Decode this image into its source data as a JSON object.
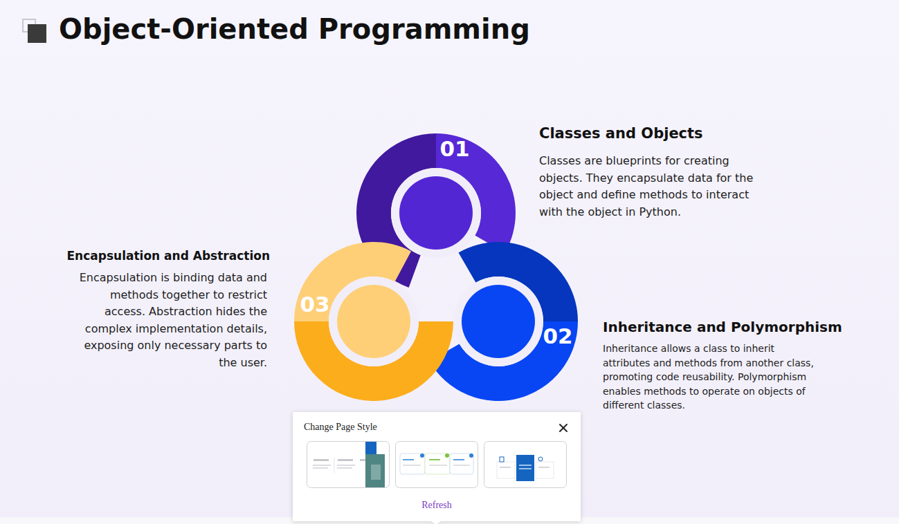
{
  "diagram": {
    "title": "Object-Oriented Programming",
    "nodes": [
      {
        "text": [
          "01"
        ]
      },
      {
        "text": [
          "03"
        ]
      },
      {
        "text": [
          "02"
        ]
      },
      {
        "text": [
          "Change Page Style",
          "Refresh"
        ]
      }
    ],
    "labels": [
      "Classes and Objects",
      "Classes are blueprints for creating objects. They encapsulate data for the object and define methods to interact with the object in Python.",
      "Encapsulation and Abstraction",
      "Encapsulation is binding data and methods together to restrict access. Abstraction hides the complex implementation details, exposing only necessary parts to the user.",
      "Inheritance and Polymorphism",
      "Inheritance allows a class to inherit attributes and methods from another class, promoting code reusability. Polymorphism enables methods to operate on objects of different classes."
    ]
  }
}
